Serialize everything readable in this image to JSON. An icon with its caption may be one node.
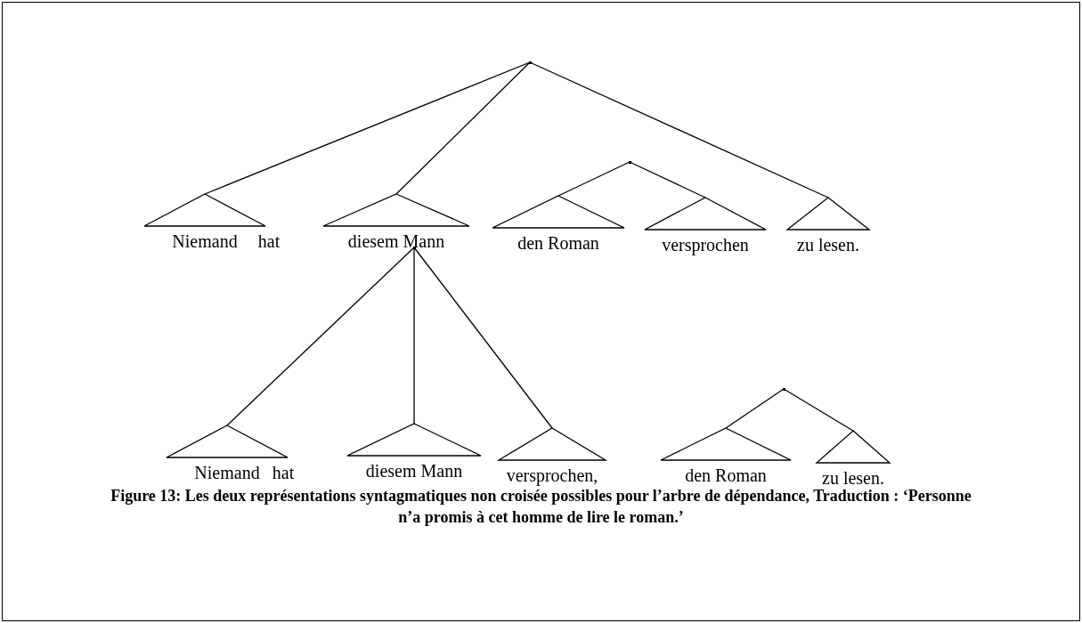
{
  "diagram": {
    "caption": "Figure 13: Les deux représentations syntagmatiques non croisée possibles pour l’arbre de dépendance, Traduction : ‘Personne n’a promis à cet homme de lire le roman.’",
    "nodes": [
      {
        "text": [],
        "shape": "point"
      },
      {
        "text": [
          "Niemand"
        ]
      },
      {
        "text": [
          "diesem Mann"
        ]
      },
      {
        "text": [],
        "shape": "point"
      },
      {
        "text": [
          "den Roman"
        ]
      },
      {
        "text": [
          "versprochen"
        ]
      },
      {
        "text": [
          "zu lesen."
        ]
      },
      {
        "text": [],
        "shape": "point"
      },
      {
        "text": [
          "Niemand"
        ]
      },
      {
        "text": [
          "diesem Mann"
        ]
      },
      {
        "text": [
          "versprochen,"
        ]
      },
      {
        "text": [],
        "shape": "point"
      },
      {
        "text": [
          "den Roman"
        ]
      },
      {
        "text": [
          "zu lesen."
        ]
      }
    ],
    "edges": [
      {
        "from": 0,
        "to": 1,
        "arrow": "none"
      },
      {
        "from": 0,
        "to": 2,
        "arrow": "none"
      },
      {
        "from": 0,
        "to": 6,
        "arrow": "none"
      },
      {
        "from": 3,
        "to": 4,
        "arrow": "none"
      },
      {
        "from": 3,
        "to": 5,
        "arrow": "none"
      },
      {
        "from": 7,
        "to": 8,
        "arrow": "none"
      },
      {
        "from": 7,
        "to": 9,
        "arrow": "none"
      },
      {
        "from": 7,
        "to": 10,
        "arrow": "none"
      },
      {
        "from": 11,
        "to": 12,
        "arrow": "none"
      },
      {
        "from": 11,
        "to": 13,
        "arrow": "none"
      }
    ],
    "labels": [
      "hat",
      "hat"
    ]
  }
}
